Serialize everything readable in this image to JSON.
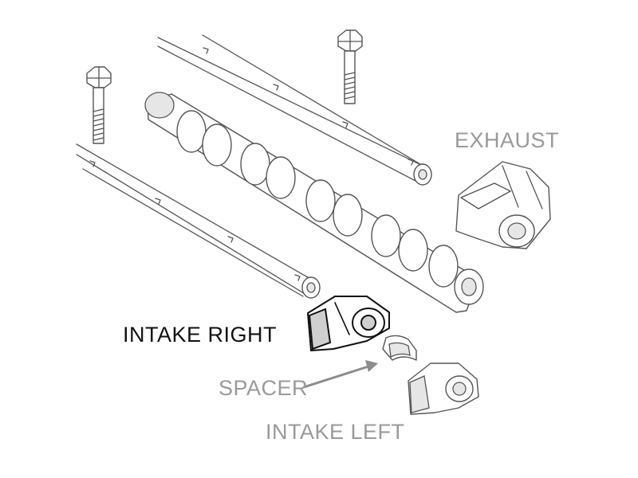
{
  "labels": {
    "exhaust": "EXHAUST",
    "intake_right": "INTAKE RIGHT",
    "spacer": "SPACER",
    "intake_left": "INTAKE LEFT"
  },
  "colors": {
    "highlight_text": "#111111",
    "muted_text": "#9a9a9a",
    "line_art": "#555555",
    "arrow": "#8c8c8c",
    "background": "#ffffff"
  }
}
